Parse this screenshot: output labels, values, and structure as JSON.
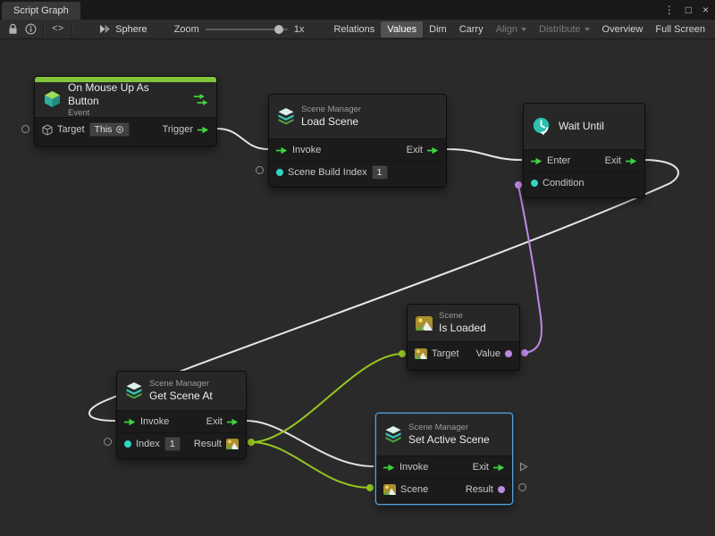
{
  "window": {
    "tab_title": "Script Graph"
  },
  "icons": {
    "kebab": "⋮",
    "maximize": "□",
    "close": "×"
  },
  "toolbar": {
    "code_glyph": "<>",
    "graph_target": "Sphere",
    "zoom_label": "Zoom",
    "zoom_value": "1x",
    "buttons": {
      "relations": "Relations",
      "values": "Values",
      "dim": "Dim",
      "carry": "Carry",
      "align": "Align",
      "distribute": "Distribute",
      "overview": "Overview",
      "full_screen": "Full Screen"
    }
  },
  "nodes": {
    "on_mouse_up": {
      "title": "On Mouse Up As Button",
      "subtitle": "Event",
      "target_label": "Target",
      "target_value": "This",
      "trigger_label": "Trigger"
    },
    "load_scene": {
      "category": "Scene Manager",
      "title": "Load Scene",
      "invoke_label": "Invoke",
      "exit_label": "Exit",
      "build_index_label": "Scene Build Index",
      "build_index_value": "1"
    },
    "wait_until": {
      "title": "Wait Until",
      "enter_label": "Enter",
      "exit_label": "Exit",
      "condition_label": "Condition"
    },
    "is_loaded": {
      "category": "Scene",
      "title": "Is Loaded",
      "target_label": "Target",
      "value_label": "Value"
    },
    "get_scene_at": {
      "category": "Scene Manager",
      "title": "Get Scene At",
      "invoke_label": "Invoke",
      "exit_label": "Exit",
      "index_label": "Index",
      "index_value": "1",
      "result_label": "Result"
    },
    "set_active_scene": {
      "category": "Scene Manager",
      "title": "Set Active Scene",
      "invoke_label": "Invoke",
      "exit_label": "Exit",
      "scene_label": "Scene",
      "result_label": "Result"
    }
  },
  "colors": {
    "event_accent": "#82c43c",
    "flow_arrow": "#3ed43e",
    "wire_white": "#e6e6e6",
    "wire_green": "#96c71e",
    "wire_purple": "#c087e8",
    "port_teal": "#2fd6c3",
    "port_purple": "#b88ae0",
    "selection_blue": "#4fa3e3"
  }
}
